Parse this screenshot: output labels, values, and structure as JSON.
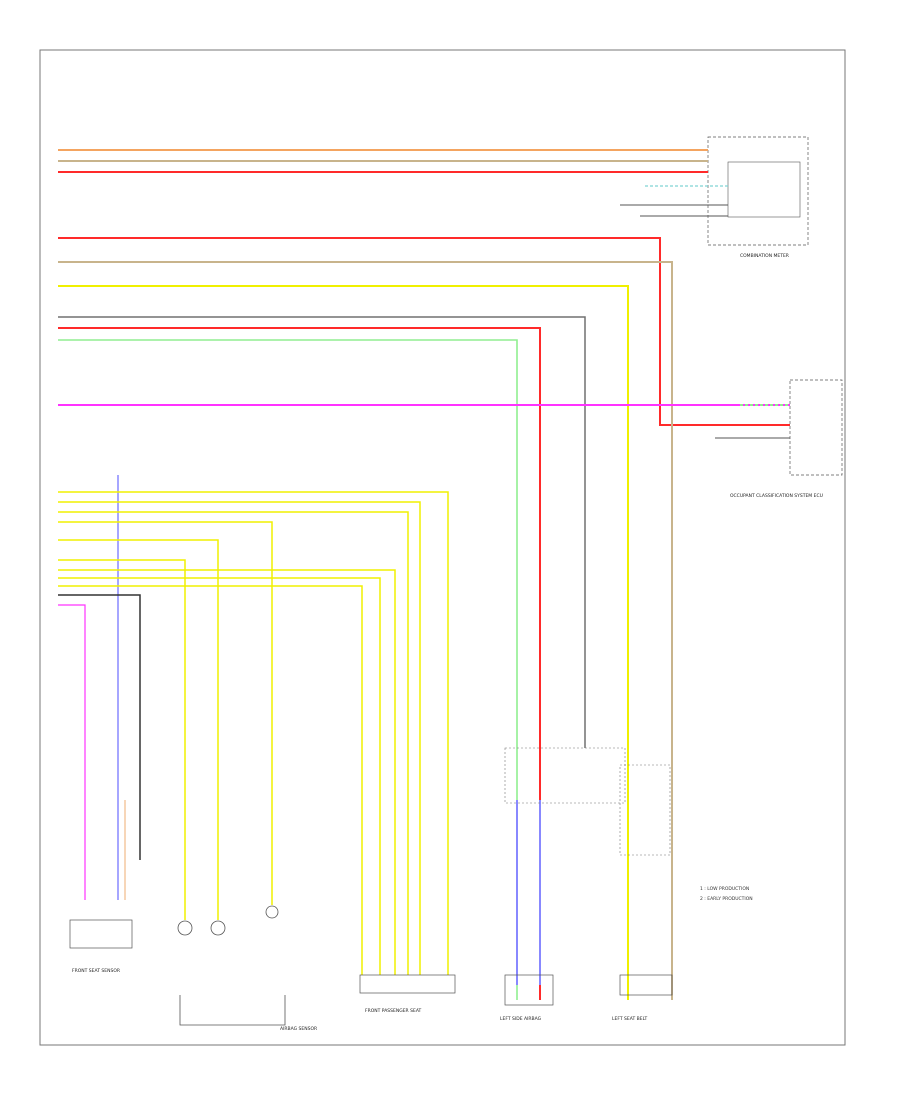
{
  "components": {
    "combination_meter": "COMBINATION METER",
    "occupant_classification": "OCCUPANT CLASSIFICATION SYSTEM ECU",
    "front_seat_sensor": "FRONT SEAT SENSOR",
    "airbag_sensor_front": "AIRBAG SENSOR",
    "front_passenger_seat_sensor": "FRONT PASSENGER SEAT",
    "left_side_airbag": "LEFT SIDE AIRBAG",
    "left_seat_belt": "LEFT SEAT BELT"
  },
  "legend": {
    "item1": "1 : LOW PRODUCTION",
    "item2": "2 : EARLY PRODUCTION"
  },
  "colors": {
    "orange": "#f4a460",
    "tan": "#c8b48c",
    "red": "#ff2a2a",
    "yellow": "#f0f000",
    "green": "#90ee90",
    "magenta": "#ff33ff",
    "blue": "#8888ff",
    "gray": "#707070",
    "black": "#333333"
  }
}
